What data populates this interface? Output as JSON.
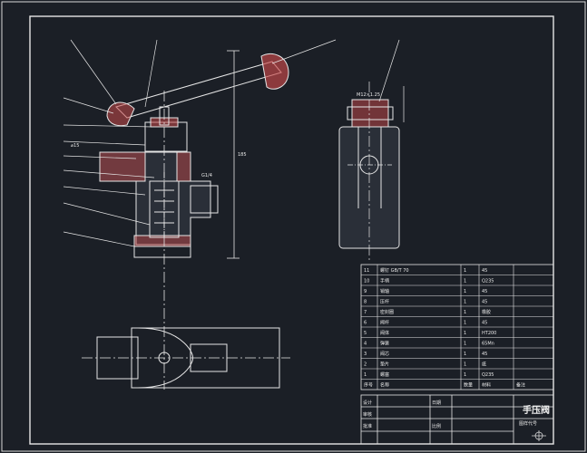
{
  "colors": {
    "background": "#1b1f26",
    "line": "#e6e6e6",
    "hatch": "#c94a4a",
    "body_fill": "#2a2f38"
  },
  "drawing": {
    "front_view": {
      "label_left": "⌀15",
      "label_right": "G1/4",
      "height_dim": "185"
    },
    "side_view": {
      "top_dim": "M12×1.25"
    }
  },
  "bom": {
    "rows": [
      {
        "no": "11",
        "name": "螺钉 GB/T 70",
        "qty": "1",
        "material": "45"
      },
      {
        "no": "10",
        "name": "手柄",
        "qty": "1",
        "material": "Q235"
      },
      {
        "no": "9",
        "name": "销轴",
        "qty": "1",
        "material": "45"
      },
      {
        "no": "8",
        "name": "压杆",
        "qty": "1",
        "material": "45"
      },
      {
        "no": "7",
        "name": "密封圈",
        "qty": "1",
        "material": "橡胶"
      },
      {
        "no": "6",
        "name": "阀杆",
        "qty": "1",
        "material": "45"
      },
      {
        "no": "5",
        "name": "阀体",
        "qty": "1",
        "material": "HT200"
      },
      {
        "no": "4",
        "name": "弹簧",
        "qty": "1",
        "material": "65Mn"
      },
      {
        "no": "3",
        "name": "阀芯",
        "qty": "1",
        "material": "45"
      },
      {
        "no": "2",
        "name": "垫片",
        "qty": "1",
        "material": "纸"
      },
      {
        "no": "1",
        "name": "螺塞",
        "qty": "1",
        "material": "Q235"
      }
    ],
    "header": {
      "no": "序号",
      "name": "名称",
      "qty": "数量",
      "material": "材料",
      "note": "备注"
    }
  },
  "title_block": {
    "title": "手压阀",
    "designer_label": "设计",
    "checker_label": "审核",
    "approver_label": "批准",
    "date_label": "日期",
    "scale_label": "比例",
    "drawing_no_label": "图样代号"
  }
}
